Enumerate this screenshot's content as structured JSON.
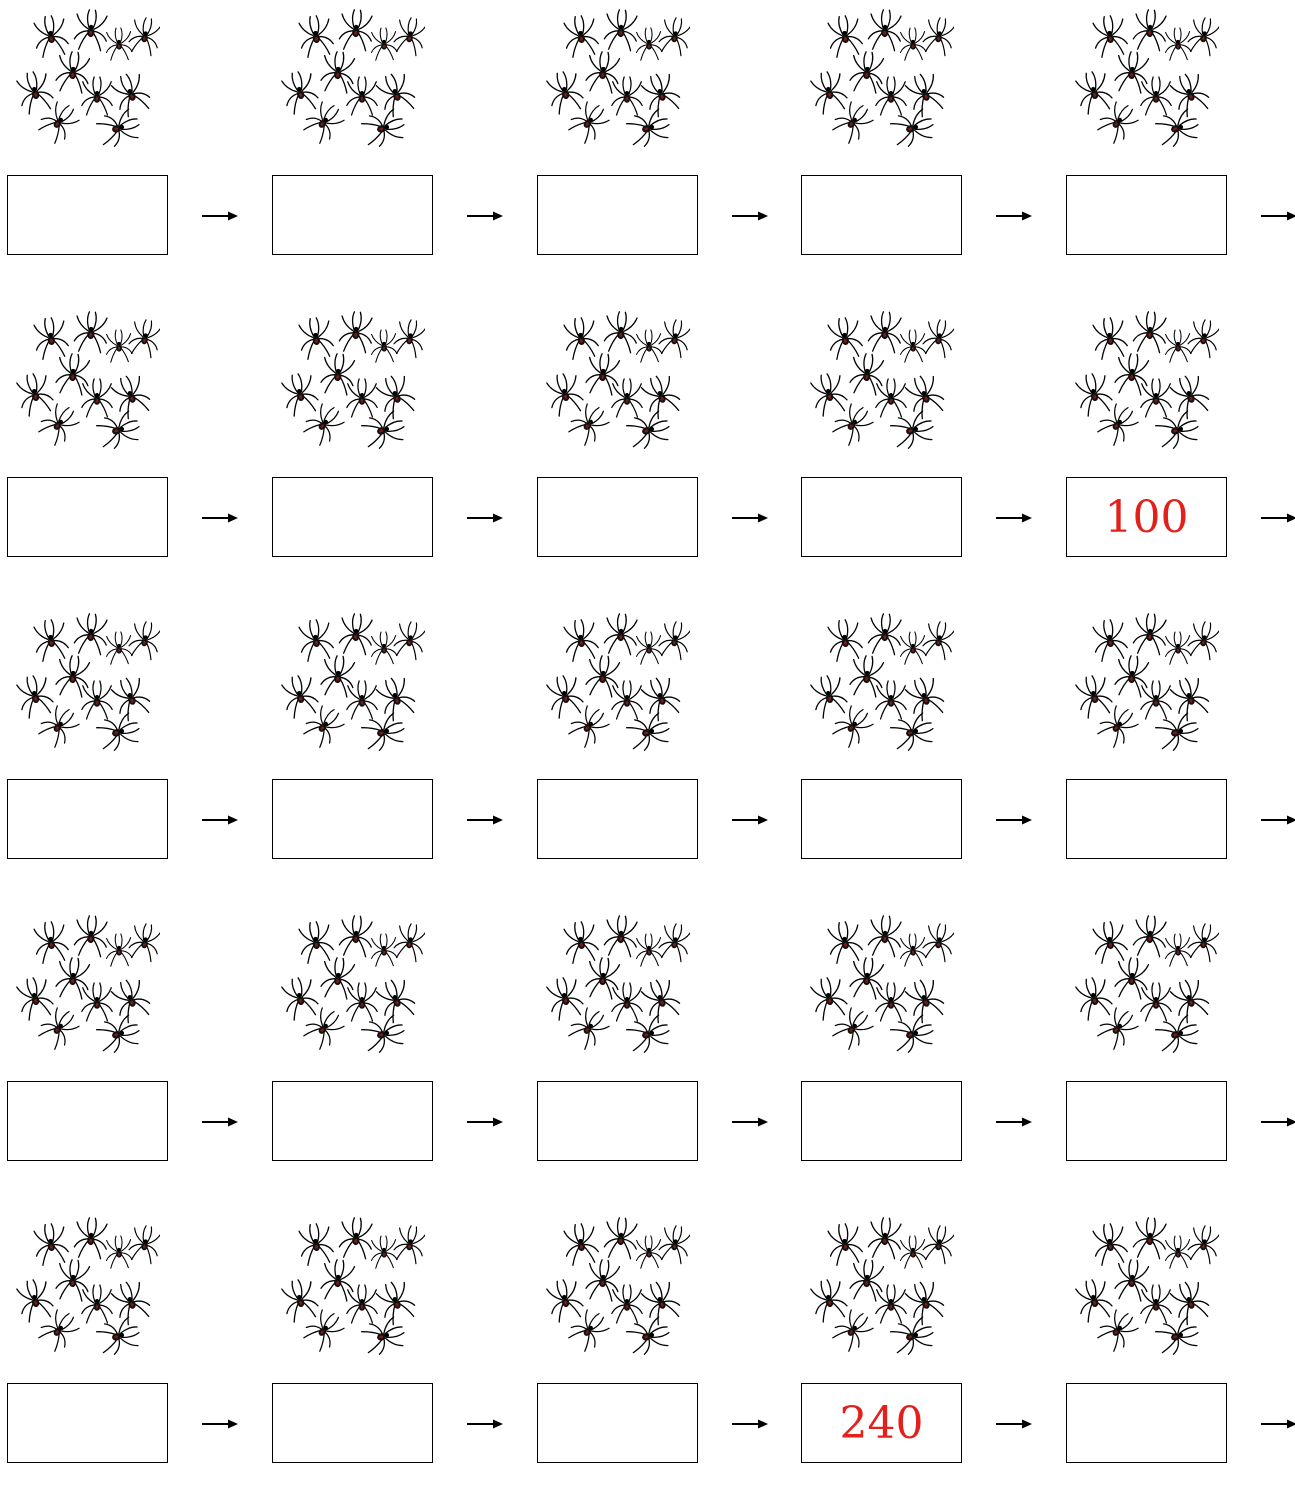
{
  "worksheet": {
    "spider_icon": "spider-icon",
    "spiders_per_group": 10,
    "colors": {
      "box_border": "#000000",
      "answer_text": "#e3201b",
      "spider_body": "#000000",
      "spider_mark": "#7a1a12"
    },
    "rows": [
      {
        "cells": [
          "",
          "",
          "",
          "",
          ""
        ]
      },
      {
        "cells": [
          "",
          "",
          "",
          "",
          "100"
        ]
      },
      {
        "cells": [
          "",
          "",
          "",
          "",
          ""
        ]
      },
      {
        "cells": [
          "",
          "",
          "",
          "",
          ""
        ]
      },
      {
        "cells": [
          "",
          "",
          "",
          "240",
          ""
        ]
      }
    ]
  }
}
